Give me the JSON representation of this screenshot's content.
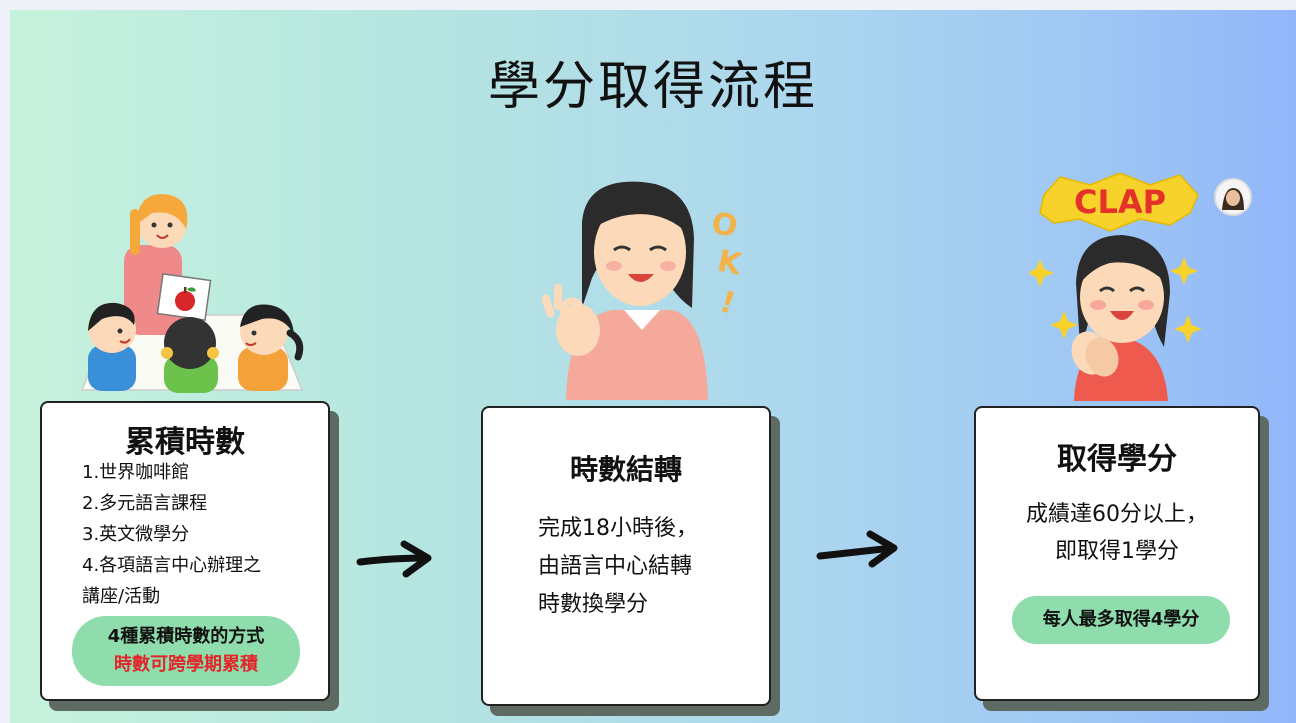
{
  "title": "學分取得流程",
  "steps": [
    {
      "title": "累積時數",
      "items": [
        "1.世界咖啡館",
        "2.多元語言課程",
        "3.英文微學分",
        "4.各項語言中心辦理之",
        "講座/活動"
      ],
      "note_line1": "4種累積時數的方式",
      "note_line2": "時數可跨學期累積"
    },
    {
      "title": "時數結轉",
      "lines": [
        "完成18小時後，",
        "由語言中心結轉",
        "時數換學分"
      ]
    },
    {
      "title": "取得學分",
      "lines": [
        "成績達60分以上，",
        "即取得1學分"
      ],
      "note": "每人最多取得4學分"
    }
  ],
  "illustrations": {
    "ok_text": "OK!",
    "clap_text": "CLAP"
  },
  "colors": {
    "gradient_start": "#c6f2dc",
    "gradient_end": "#92b6fa",
    "pill": "#8fdcad",
    "highlight_red": "#e2262a",
    "card_shadow": "#5d6b63"
  }
}
